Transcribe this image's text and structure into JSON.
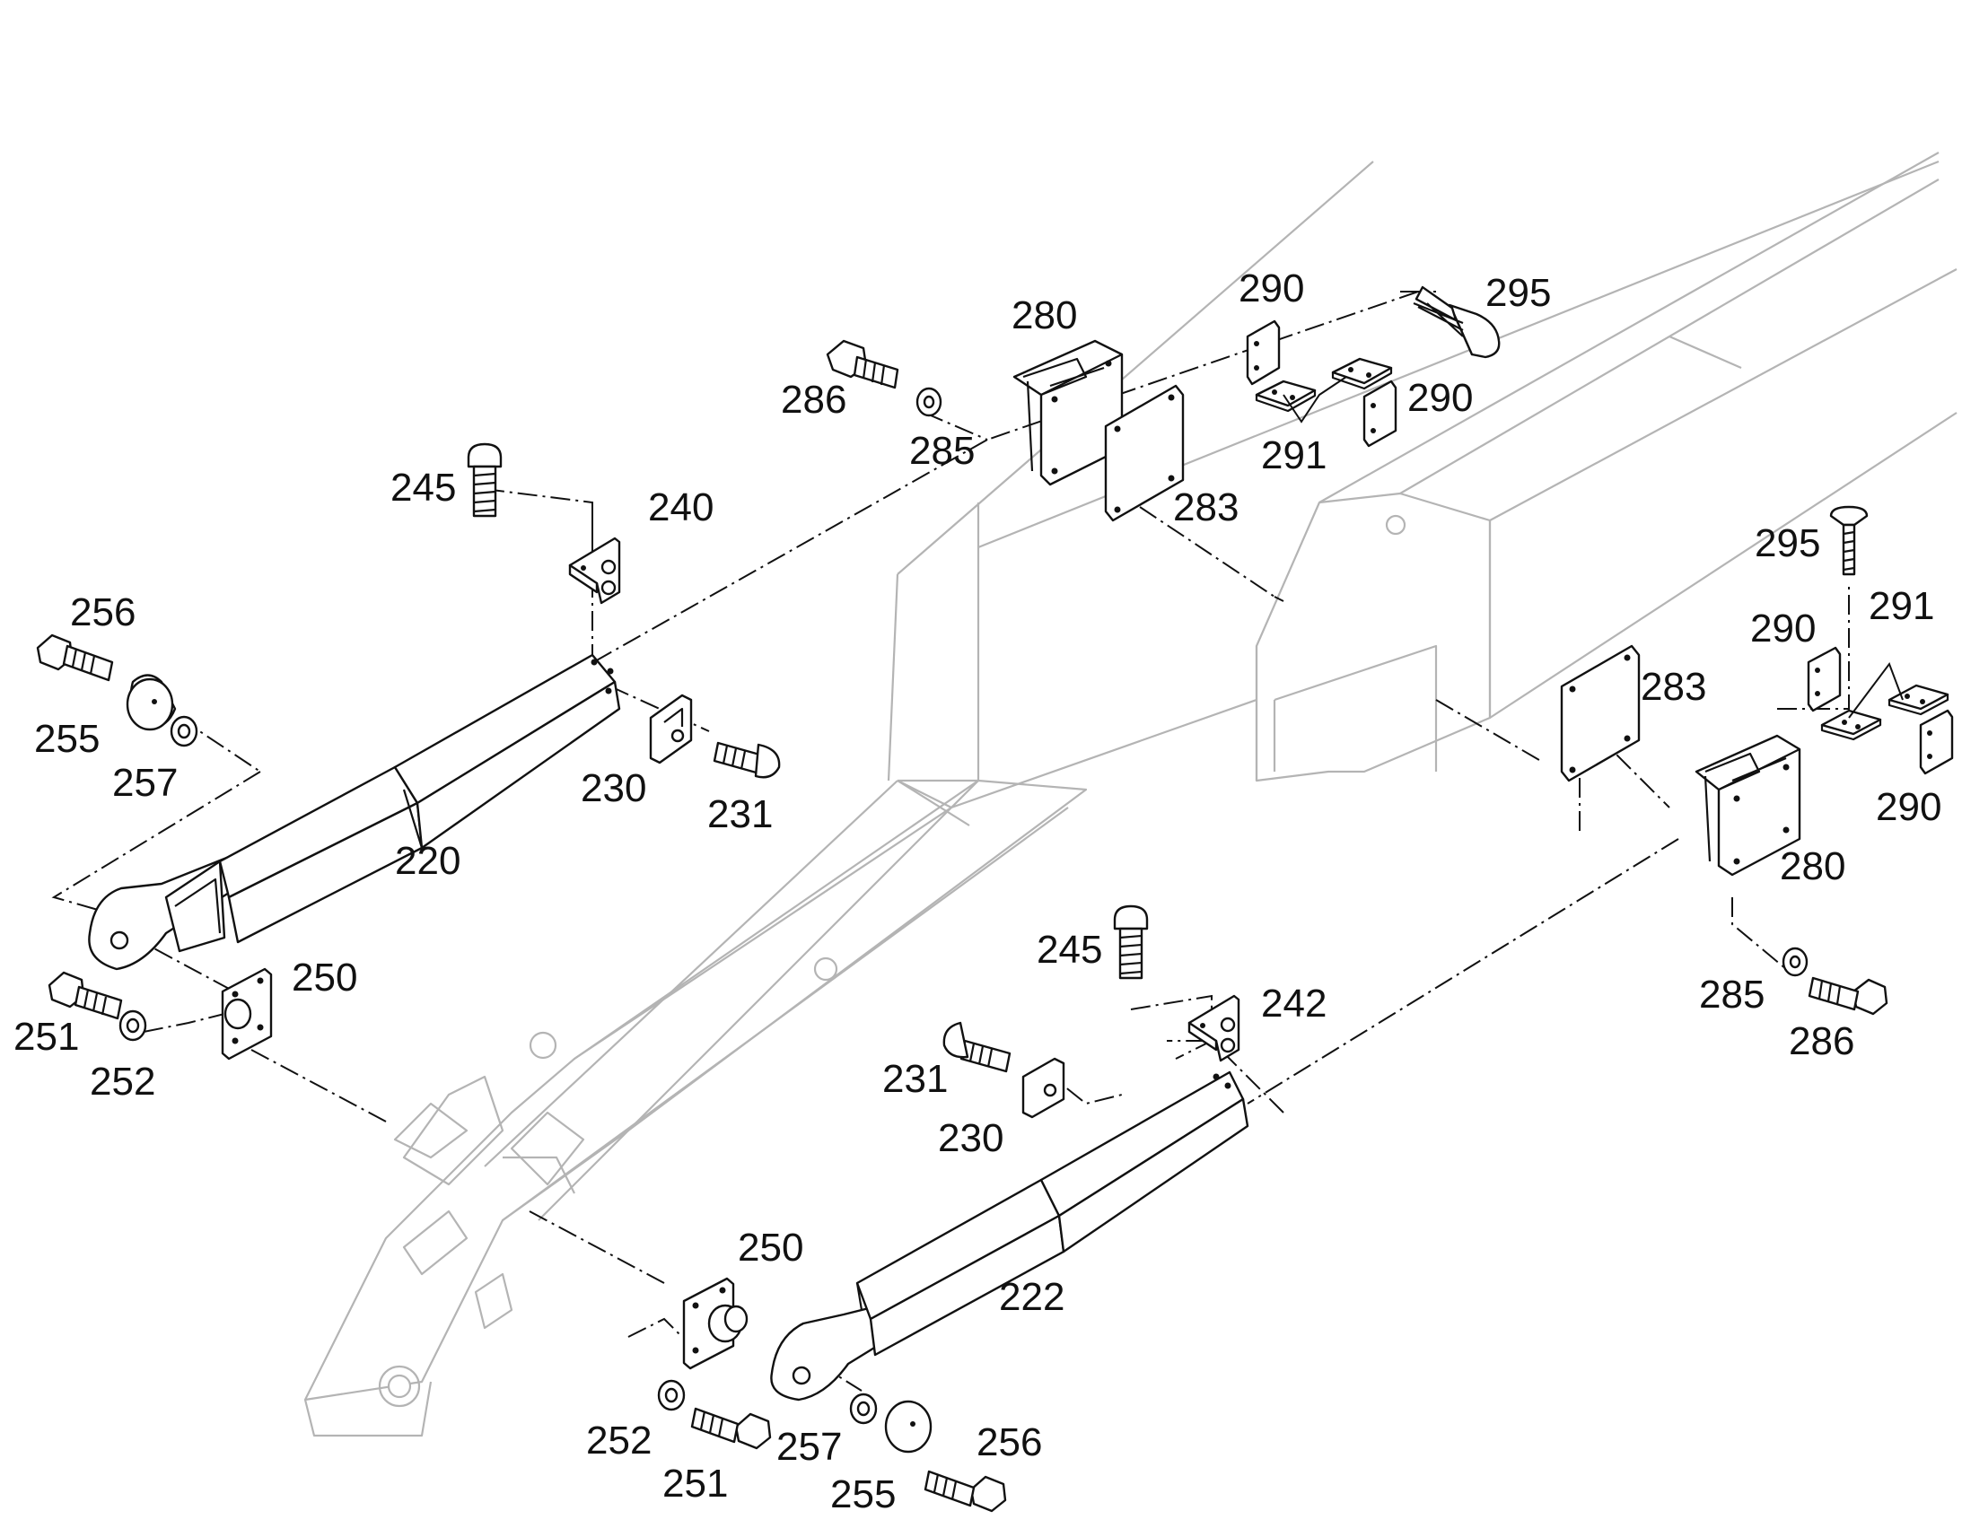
{
  "callouts": [
    {
      "key": "c220",
      "text": "220"
    },
    {
      "key": "c222",
      "text": "222"
    },
    {
      "key": "c230a",
      "text": "230"
    },
    {
      "key": "c230b",
      "text": "230"
    },
    {
      "key": "c231a",
      "text": "231"
    },
    {
      "key": "c231b",
      "text": "231"
    },
    {
      "key": "c240",
      "text": "240"
    },
    {
      "key": "c242",
      "text": "242"
    },
    {
      "key": "c245a",
      "text": "245"
    },
    {
      "key": "c245b",
      "text": "245"
    },
    {
      "key": "c250a",
      "text": "250"
    },
    {
      "key": "c250b",
      "text": "250"
    },
    {
      "key": "c251a",
      "text": "251"
    },
    {
      "key": "c251b",
      "text": "251"
    },
    {
      "key": "c252a",
      "text": "252"
    },
    {
      "key": "c252b",
      "text": "252"
    },
    {
      "key": "c255a",
      "text": "255"
    },
    {
      "key": "c255b",
      "text": "255"
    },
    {
      "key": "c256a",
      "text": "256"
    },
    {
      "key": "c256b",
      "text": "256"
    },
    {
      "key": "c257a",
      "text": "257"
    },
    {
      "key": "c257b",
      "text": "257"
    },
    {
      "key": "c280a",
      "text": "280"
    },
    {
      "key": "c280b",
      "text": "280"
    },
    {
      "key": "c283a",
      "text": "283"
    },
    {
      "key": "c283b",
      "text": "283"
    },
    {
      "key": "c285a",
      "text": "285"
    },
    {
      "key": "c285b",
      "text": "285"
    },
    {
      "key": "c286a",
      "text": "286"
    },
    {
      "key": "c286b",
      "text": "286"
    },
    {
      "key": "c290a",
      "text": "290"
    },
    {
      "key": "c290b",
      "text": "290"
    },
    {
      "key": "c290c",
      "text": "290"
    },
    {
      "key": "c290d",
      "text": "290"
    },
    {
      "key": "c291a",
      "text": "291"
    },
    {
      "key": "c291b",
      "text": "291"
    },
    {
      "key": "c295a",
      "text": "295"
    },
    {
      "key": "c295b",
      "text": "295"
    }
  ]
}
